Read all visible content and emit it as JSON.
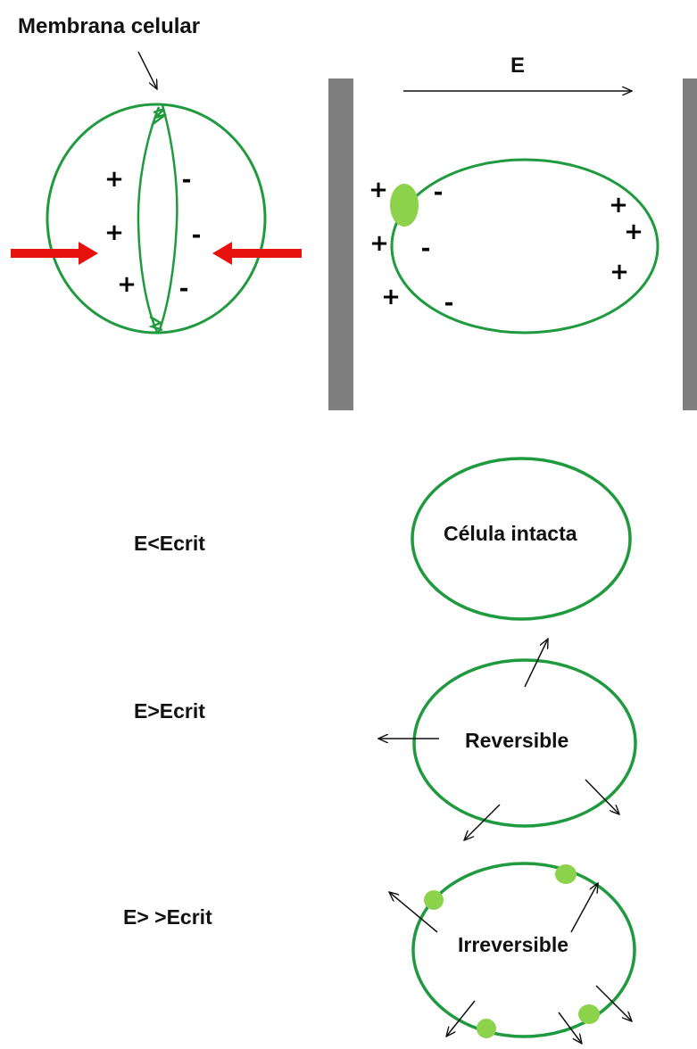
{
  "labels": {
    "membrane": "Membrana celular",
    "field": "E",
    "cond_low": "E<Ecrit",
    "cond_mid": "E>Ecrit",
    "cond_high": "E> >Ecrit",
    "intact": "Célula intacta",
    "reversible": "Reversible",
    "irreversible": "Irreversible"
  },
  "charges": {
    "plus": "+",
    "minus": "-"
  },
  "colors": {
    "membrane": "#1f9a3e",
    "pore": "#8cd24a",
    "compression_arrow": "#e8120c",
    "electrode": "#7f7f7f",
    "arrow": "#111111"
  }
}
